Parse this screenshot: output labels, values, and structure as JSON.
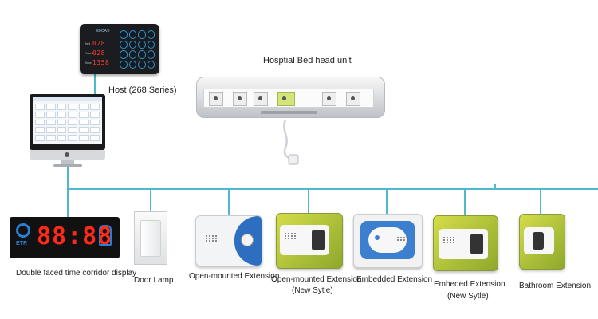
{
  "host": {
    "label": "Host (268 Series)",
    "brand": "EDCA®",
    "rows": [
      {
        "tag": "Bed",
        "value": "028"
      },
      {
        "tag": "Room",
        "value": "028"
      },
      {
        "tag": "Time",
        "value": "1358"
      }
    ]
  },
  "bed_head_unit": {
    "label": "Hosptial Bed head unit"
  },
  "corridor_display": {
    "label": "Double faced time corridor display",
    "digits": "88:88",
    "logo_text": "ETR"
  },
  "devices": [
    {
      "id": "door-lamp",
      "label": "Door Lamp"
    },
    {
      "id": "open-mounted-extension",
      "label": "Open-mounted Extension"
    },
    {
      "id": "open-mounted-extension-new",
      "label_line1": "Open-mounted Extension",
      "label_line2": "(New Sytle)"
    },
    {
      "id": "embedded-extension",
      "label": "Embedded Extension"
    },
    {
      "id": "embeded-extension-new",
      "label_line1": "Embeded Extension",
      "label_line2": "(New Sytle)"
    },
    {
      "id": "bathroom-extension",
      "label": "Bathroom Extension"
    }
  ],
  "colors": {
    "bus_line": "#4fb8c9",
    "segment_red": "#ff2a1a",
    "extension_blue": "#2e6ec0",
    "extension_green": "#b8c83a"
  }
}
